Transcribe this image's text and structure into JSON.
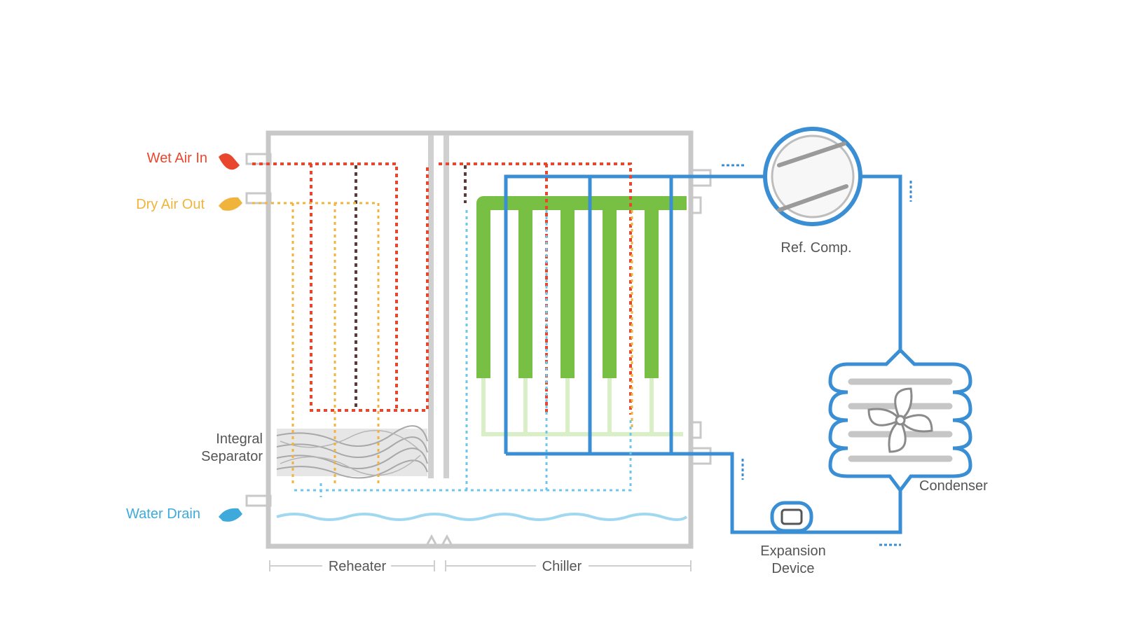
{
  "labels": {
    "wet_air_in": "Wet Air In",
    "dry_air_out": "Dry Air Out",
    "integral_separator_line1": "Integral",
    "integral_separator_line2": "Separator",
    "water_drain": "Water Drain",
    "reheater": "Reheater",
    "chiller": "Chiller",
    "ref_comp": "Ref. Comp.",
    "condenser": "Condenser",
    "expansion_device_line1": "Expansion",
    "expansion_device_line2": "Device"
  },
  "colors": {
    "refrigerant": "#3a8fd4",
    "chilled_fins": "#78c043",
    "wet_air": "#e8472e",
    "dry_air": "#f0b43c",
    "drain_water": "#6ec6ea",
    "housing": "#bdbdbd",
    "text": "#555555"
  }
}
